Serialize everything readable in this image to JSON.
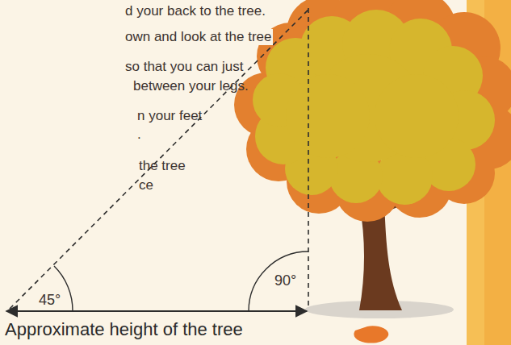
{
  "diagram": {
    "labels": [
      "d your back to the tree.",
      "own and look at the tree",
      "so that you can just",
      "between your legs.",
      "n your feet",
      ".",
      "the tree",
      "ce",
      "45°",
      "90°",
      "Approximate height of the tree"
    ]
  }
}
